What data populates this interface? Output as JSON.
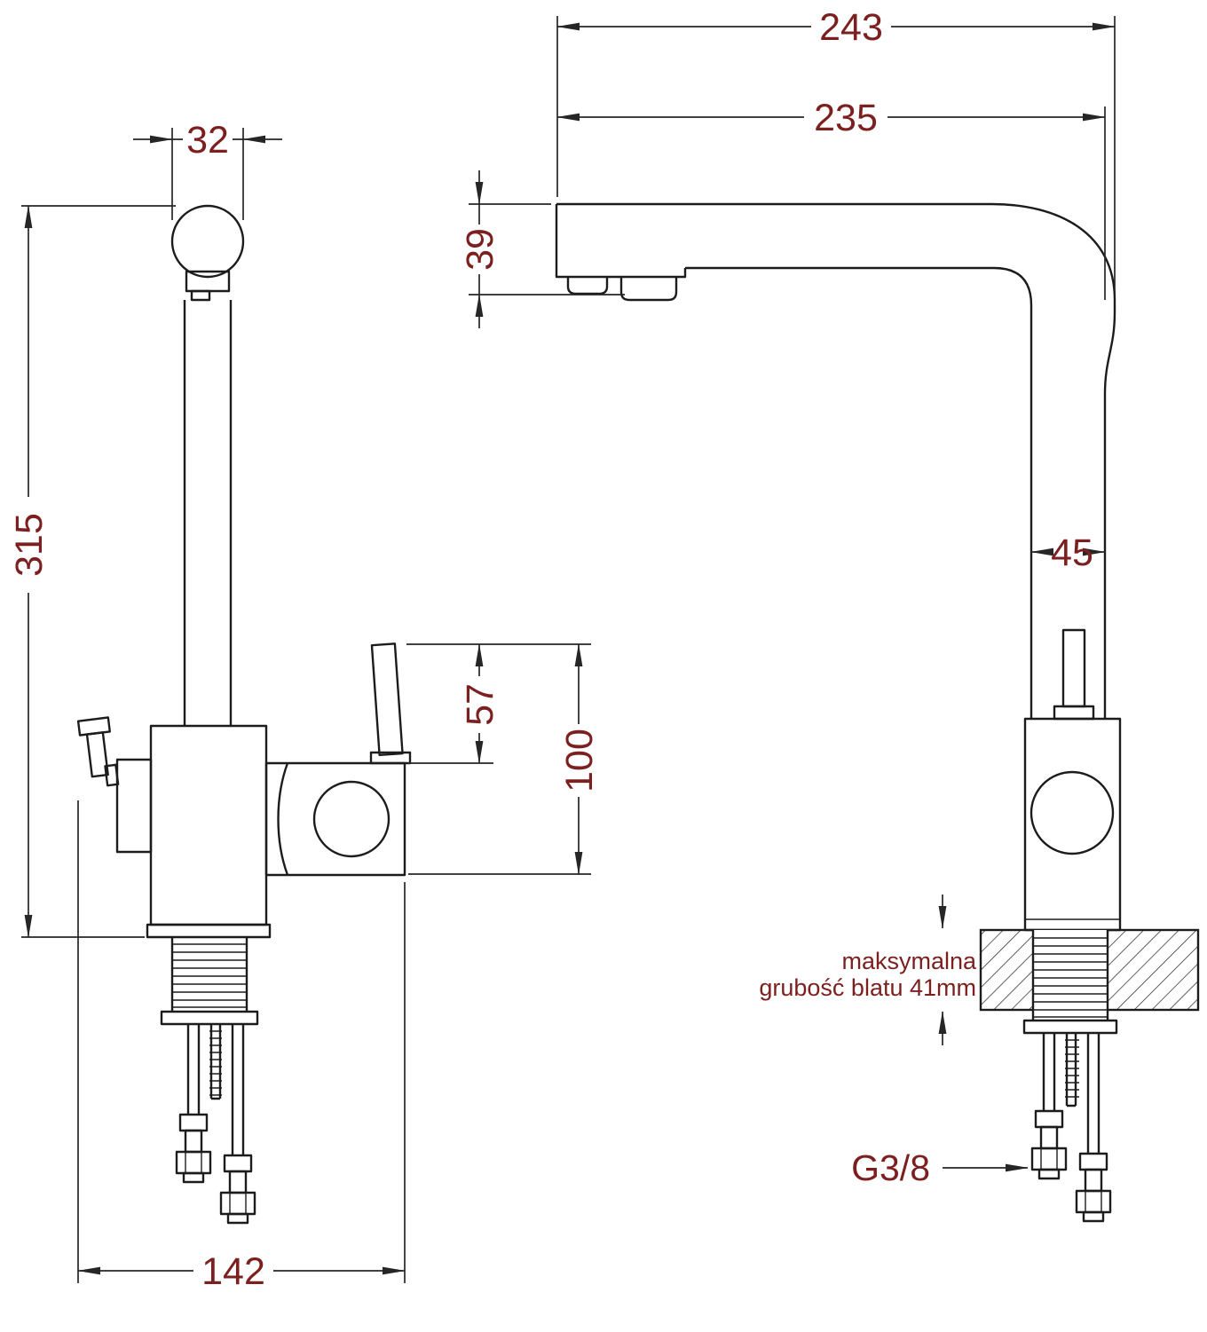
{
  "drawing": {
    "labels": {
      "dim_243": "243",
      "dim_235": "235",
      "dim_32": "32",
      "dim_39": "39",
      "dim_315": "315",
      "dim_45": "45",
      "dim_57": "57",
      "dim_100": "100",
      "dim_142": "142",
      "thread_size": "G3/8",
      "counter_note_line1": "maksymalna",
      "counter_note_line2": "grubość blatu 41mm"
    },
    "colors": {
      "line": "#1c1c1c",
      "dimension_line": "#262626",
      "text": "#7c1f1f",
      "background": "#ffffff"
    }
  }
}
